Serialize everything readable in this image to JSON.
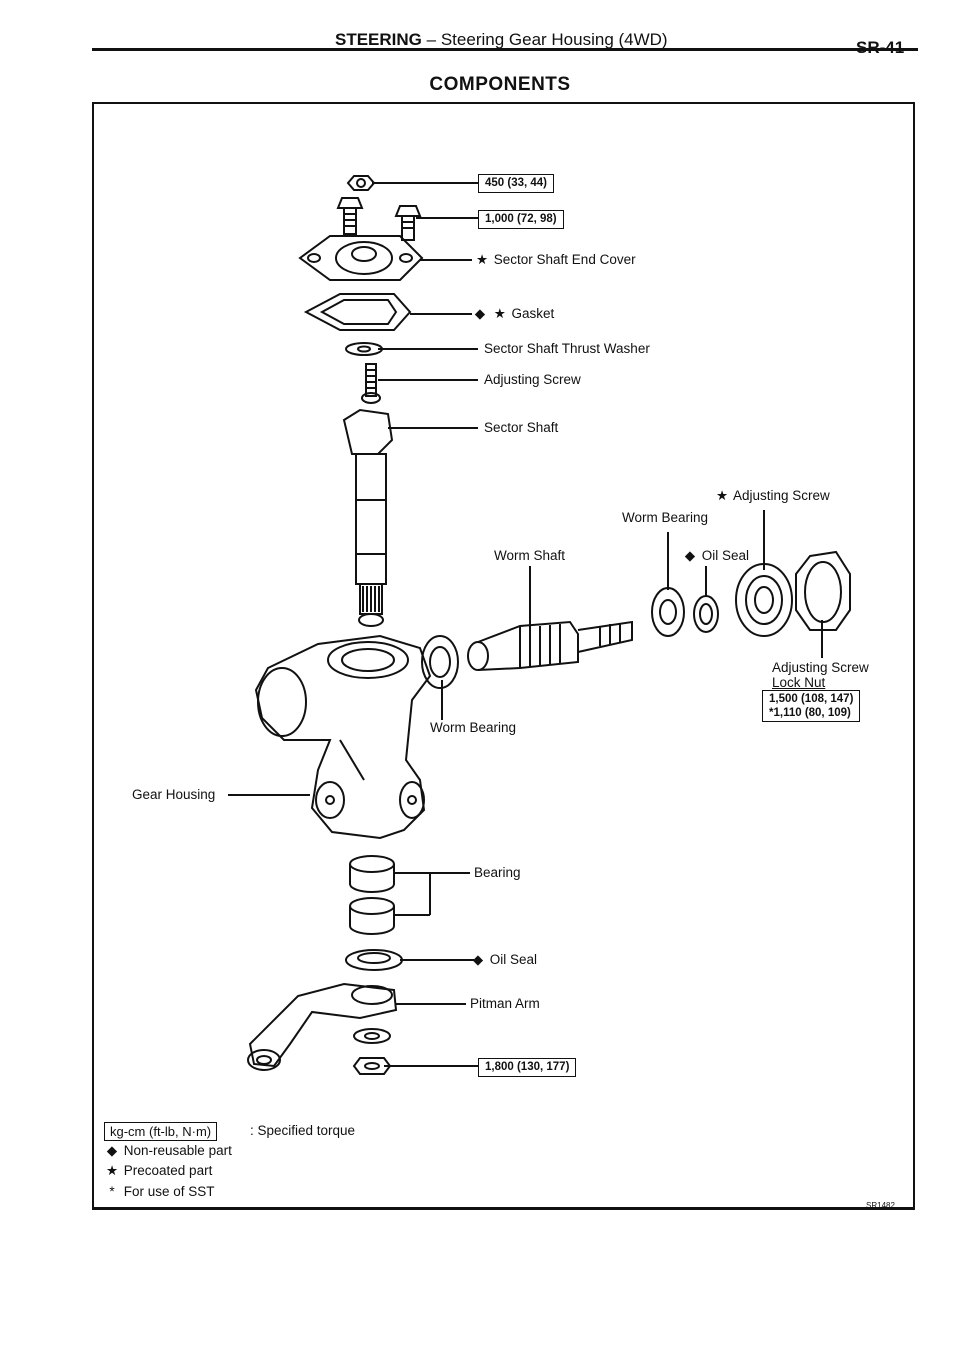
{
  "header": {
    "section": "STEERING",
    "dash": "–",
    "subsection": "Steering Gear Housing (4WD)",
    "page_code": "SR-41"
  },
  "title": "COMPONENTS",
  "parts": {
    "sector_shaft_end_cover": "Sector Shaft End Cover",
    "gasket": "Gasket",
    "sector_shaft_thrust_washer": "Sector Shaft Thrust Washer",
    "adjusting_screw": "Adjusting Screw",
    "sector_shaft": "Sector Shaft",
    "adjusting_screw_right": "Adjusting Screw",
    "worm_bearing_top": "Worm Bearing",
    "worm_shaft": "Worm Shaft",
    "oil_seal_top": "Oil Seal",
    "adjusting_screw_lock_nut_line1": "Adjusting Screw",
    "adjusting_screw_lock_nut_line2": "Lock Nut",
    "worm_bearing_bottom": "Worm Bearing",
    "gear_housing": "Gear Housing",
    "bearing": "Bearing",
    "oil_seal_bottom": "Oil Seal",
    "pitman_arm": "Pitman Arm"
  },
  "torques": {
    "end_cover_nut": "450 (33, 44)",
    "end_cover_bolt": "1,000 (72, 98)",
    "lock_nut_line1": "1,500 (108, 147)",
    "lock_nut_line2": "*1,110 (80, 109)",
    "pitman_nut": "1,800 (130, 177)"
  },
  "legend": {
    "torque_unit": "kg-cm (ft-lb, N·m)",
    "torque_desc": ": Specified torque",
    "non_reusable_symbol": "◆",
    "non_reusable": "Non-reusable part",
    "precoated_symbol": "★",
    "precoated": "Precoated part",
    "sst_symbol": "*",
    "sst": "For use of SST"
  },
  "symbols": {
    "star": "★",
    "diamond": "◆"
  },
  "figure_code": "SR1482"
}
